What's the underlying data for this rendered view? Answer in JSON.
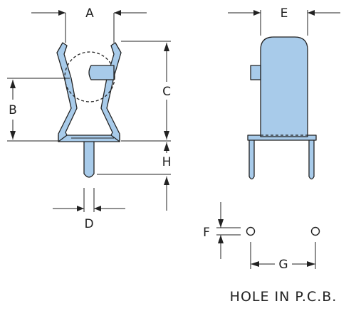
{
  "labels": {
    "a": "A",
    "b": "B",
    "c": "C",
    "d": "D",
    "e": "E",
    "f": "F",
    "g": "G",
    "h": "H"
  },
  "caption": "HOLE IN P.C.B.",
  "colors": {
    "part_fill": "#a8cbea",
    "outline": "#222222",
    "background": "#ffffff"
  }
}
